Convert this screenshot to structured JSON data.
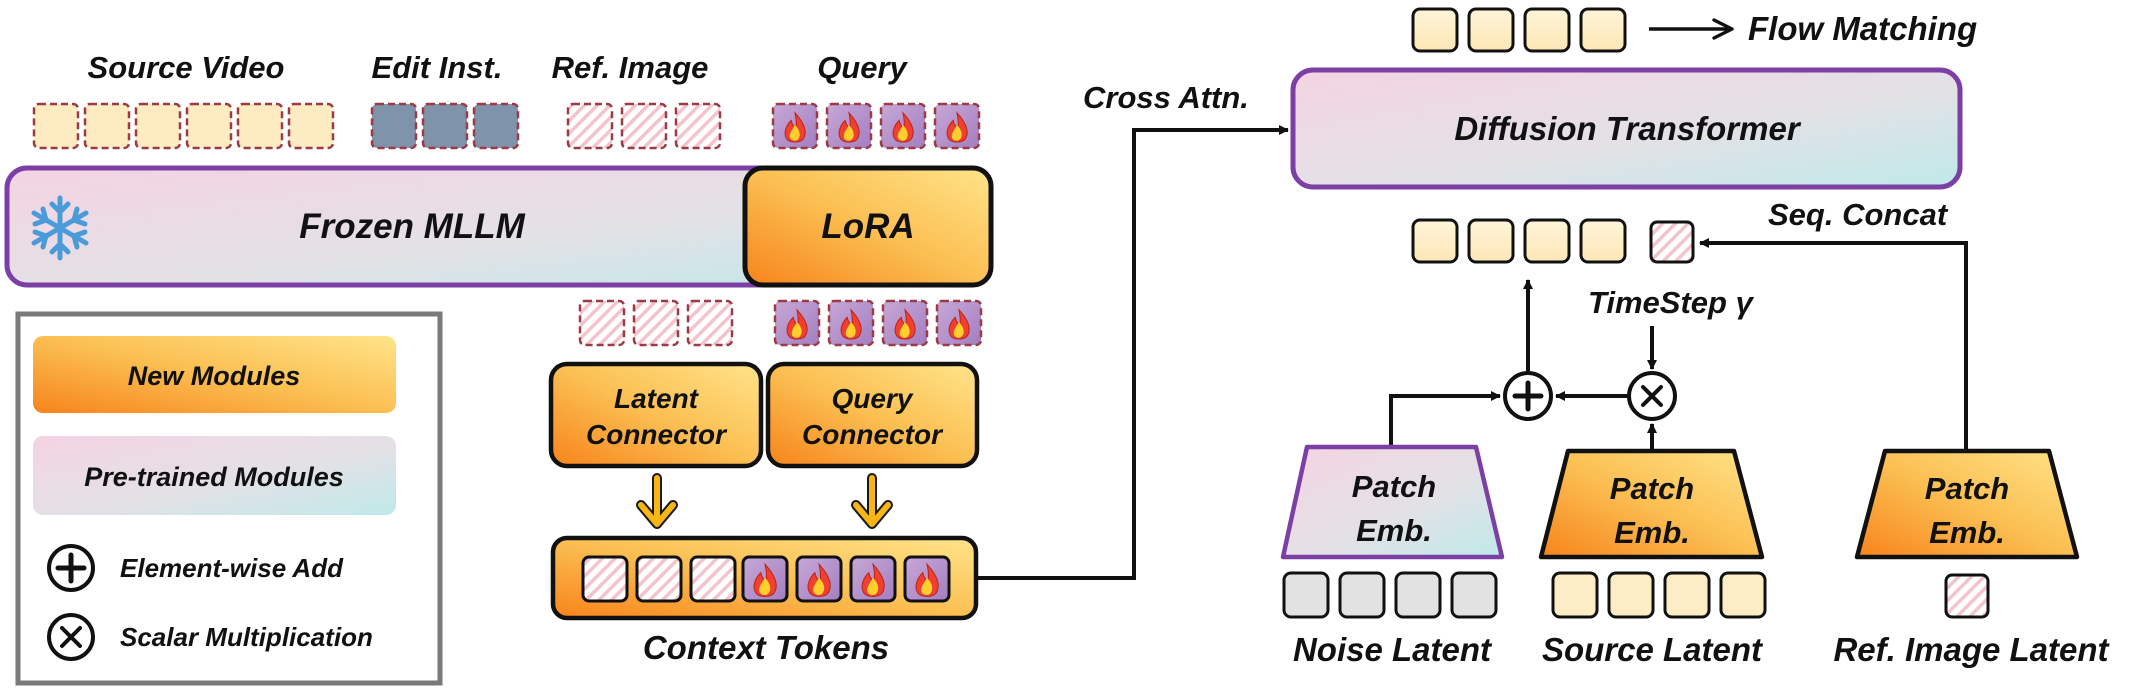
{
  "labels": {
    "source_video": "Source Video",
    "edit_inst": "Edit Inst.",
    "ref_image": "Ref. Image",
    "query": "Query",
    "frozen_mllm": "Frozen MLLM",
    "lora": "LoRA",
    "latent_connector": [
      "Latent",
      "Connector"
    ],
    "query_connector": [
      "Query",
      "Connector"
    ],
    "context_tokens": "Context Tokens",
    "cross_attn": "Cross Attn.",
    "diffusion_transformer": "Diffusion Transformer",
    "flow_matching": "Flow Matching",
    "seq_concat": "Seq. Concat",
    "timestep": "TimeStep γ",
    "patch_emb": [
      "Patch",
      "Emb."
    ],
    "noise_latent": "Noise Latent",
    "source_latent": "Source Latent",
    "ref_image_latent": "Ref. Image Latent"
  },
  "legend": {
    "new_modules": "New Modules",
    "pretrained_modules": "Pre-trained Modules",
    "element_wise_add": "Element-wise Add",
    "scalar_multiplication": "Scalar Multiplication"
  },
  "token_counts": {
    "source_video": 6,
    "edit_inst": 3,
    "ref_image": 3,
    "query": 4,
    "flow_out": 4,
    "dit_in_latent": 4,
    "noise_latent": 4,
    "source_latent": 4,
    "ref_latent": 1
  },
  "icons": {
    "snowflake": "snowflake-icon",
    "fire": "fire-icon",
    "plus": "plus-circle-icon",
    "times": "times-circle-icon"
  },
  "colors": {
    "purple_border": "#7b3fa6",
    "orange_dark": "#f7841c",
    "orange_light": "#ffe48a",
    "pink": "#f4d3e2",
    "cyan": "#bfe9e9",
    "cream": "#fdebc2",
    "slate": "#7f93aa",
    "gray": "#e2e2e2",
    "dashed_red": "#9c3b45",
    "arrow_yellow": "#f8b614"
  }
}
